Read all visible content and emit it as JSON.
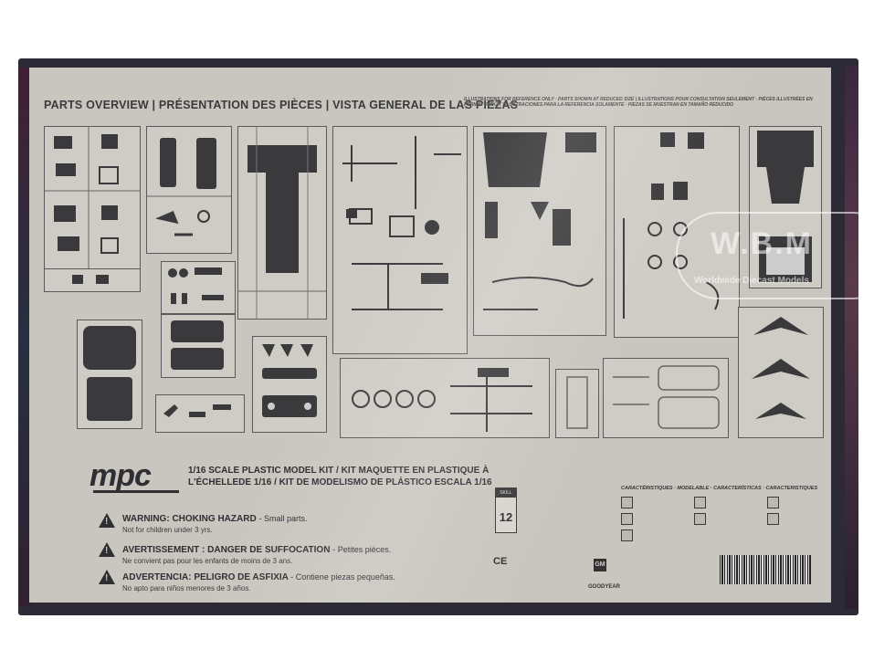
{
  "header": {
    "title": "PARTS OVERVIEW | PRÉSENTATION DES PIÈCES | VISTA GENERAL DE LAS PIEZAS",
    "note": "ILLUSTRATIONS FOR REFERENCE ONLY · PARTS SHOWN AT REDUCED SIZE | ILLUSTRATIONS POUR CONSULTATION SEULEMENT · PIÈCES ILLUSTRÉES EN FORMAT RÉDUIT | ILUSTRACIONES PARA LA REFERENCIA SOLAMENTE · PIEZAS SE MUESTRAN EN TAMAÑO REDUCIDO"
  },
  "brand": {
    "logo": "mpc",
    "scale_line1": "1/16 SCALE PLASTIC MODEL KIT / KIT MAQUETTE EN PLASTIQUE À",
    "scale_line2": "L'ÉCHELLEDE 1/16 / KIT DE MODELISMO DE PLÁSTICO ESCALA 1/16"
  },
  "warnings": [
    {
      "title": "WARNING:",
      "text": "CHOKING HAZARD",
      "detail": "- Small parts.",
      "sub": "Not for children under 3 yrs."
    },
    {
      "title": "AVERTISSEMENT :",
      "text": "DANGER DE SUFFOCATION",
      "detail": "- Petites pièces.",
      "sub": "Ne convient pas pour les enfants de moins de 3 ans."
    },
    {
      "title": "ADVERTENCIA:",
      "text": "PELIGRO DE ASFIXIA",
      "detail": "- Contiene piezas pequeñas.",
      "sub": "No apto para niños menores de 3 años."
    }
  ],
  "age": {
    "label": "SKILL",
    "value": "12"
  },
  "features_title": "CARACTÉRISTIQUES · MODELABLE · CARACTERÍSTICAS · CARACTERISTIQUES",
  "ce_mark": "CE",
  "gm_mark": "GM",
  "goodyear": "GOODYEAR",
  "watermark": {
    "text": "W.B.M",
    "sub": "Worldwide Diecast Models"
  },
  "colors": {
    "panel": "#c9c6bf",
    "ink": "#2f2f33",
    "box": "#2c2a35"
  }
}
